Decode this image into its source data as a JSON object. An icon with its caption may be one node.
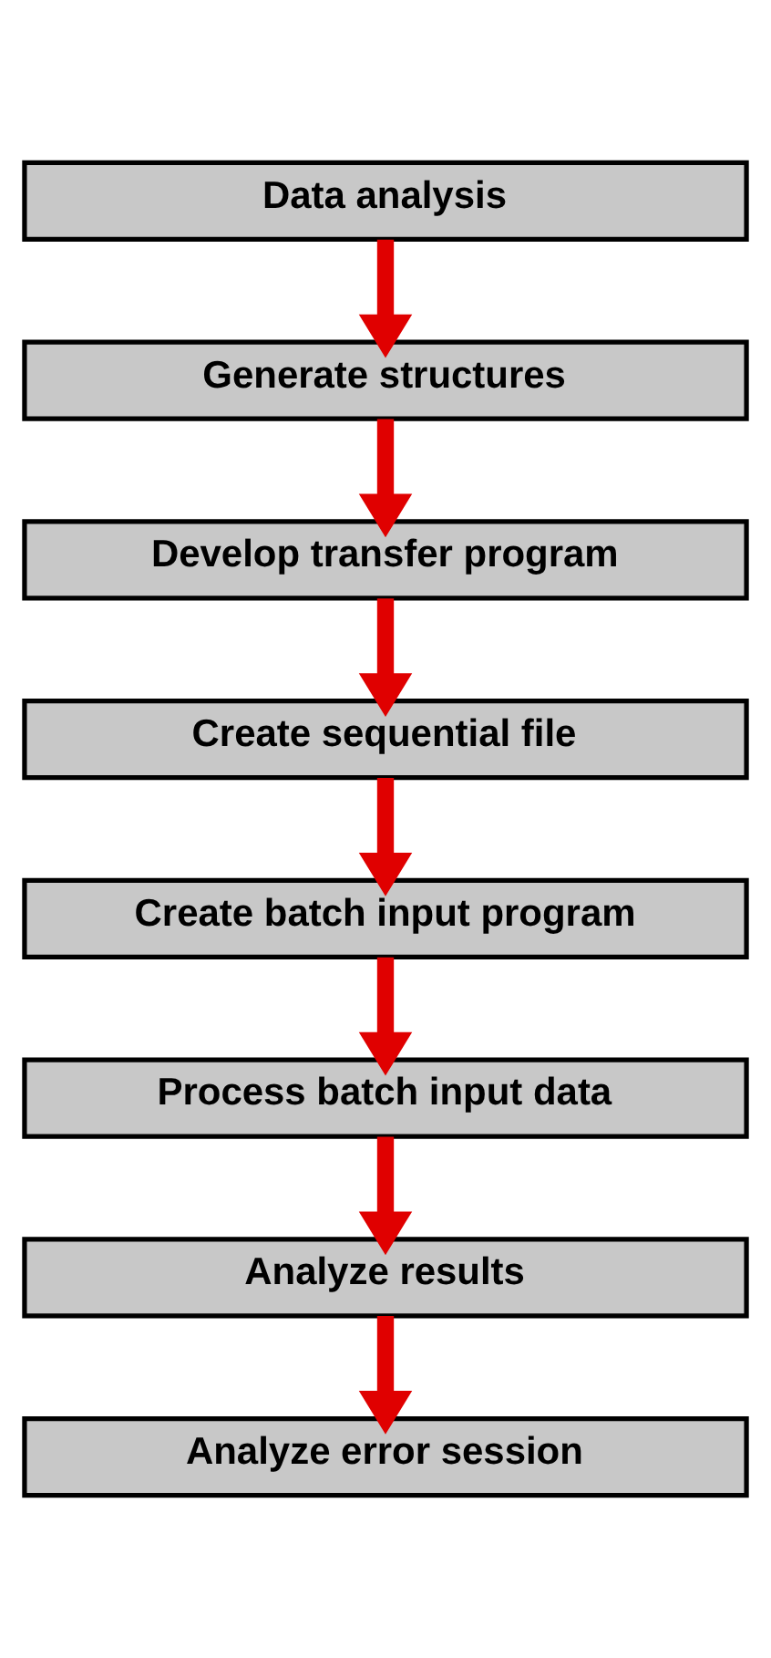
{
  "diagram": {
    "nodes": [
      {
        "text": [
          "Data analysis"
        ]
      },
      {
        "text": [
          "Generate structures"
        ]
      },
      {
        "text": [
          "Develop transfer program"
        ]
      },
      {
        "text": [
          "Create sequential file"
        ]
      },
      {
        "text": [
          "Create batch input program"
        ]
      },
      {
        "text": [
          "Process batch input data"
        ]
      },
      {
        "text": [
          "Analyze results"
        ]
      },
      {
        "text": [
          "Analyze error session"
        ]
      }
    ],
    "edges": [
      {
        "from": 0,
        "to": 1,
        "arrow": "to"
      },
      {
        "from": 1,
        "to": 2,
        "arrow": "to"
      },
      {
        "from": 2,
        "to": 3,
        "arrow": "to"
      },
      {
        "from": 3,
        "to": 4,
        "arrow": "to"
      },
      {
        "from": 4,
        "to": 5,
        "arrow": "to"
      },
      {
        "from": 5,
        "to": 6,
        "arrow": "to"
      },
      {
        "from": 6,
        "to": 7,
        "arrow": "to"
      }
    ]
  }
}
